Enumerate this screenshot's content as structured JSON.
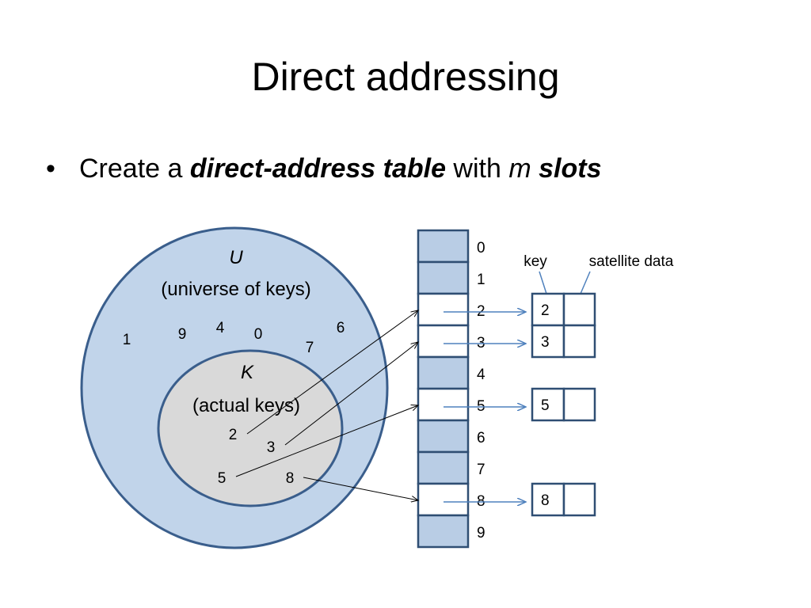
{
  "title": "Direct addressing",
  "bullet": {
    "prefix": "Create a ",
    "term": "direct-address table",
    "middle": " with ",
    "var": "m",
    "space": " ",
    "term2": "slots"
  },
  "universe": {
    "symbol": "U",
    "label": "(universe of keys)",
    "keys": [
      "1",
      "9",
      "4",
      "0",
      "6",
      "7"
    ]
  },
  "actual": {
    "symbol": "K",
    "label": "(actual keys)",
    "keys": [
      "2",
      "3",
      "5",
      "8"
    ]
  },
  "table": {
    "slots": [
      "0",
      "1",
      "2",
      "3",
      "4",
      "5",
      "6",
      "7",
      "8",
      "9"
    ],
    "occupied": [
      2,
      3,
      5,
      8
    ],
    "records": [
      "2",
      "3",
      "5",
      "8"
    ]
  },
  "record_labels": {
    "key": "key",
    "satellite": "satellite data"
  },
  "colors": {
    "universe_fill": "#c1d4ea",
    "actual_fill": "#d9d9d9",
    "border": "#3a5e8c",
    "empty_slot": "#b9cde5",
    "pointer": "#4f81bd",
    "record_border": "#2f4e73"
  }
}
